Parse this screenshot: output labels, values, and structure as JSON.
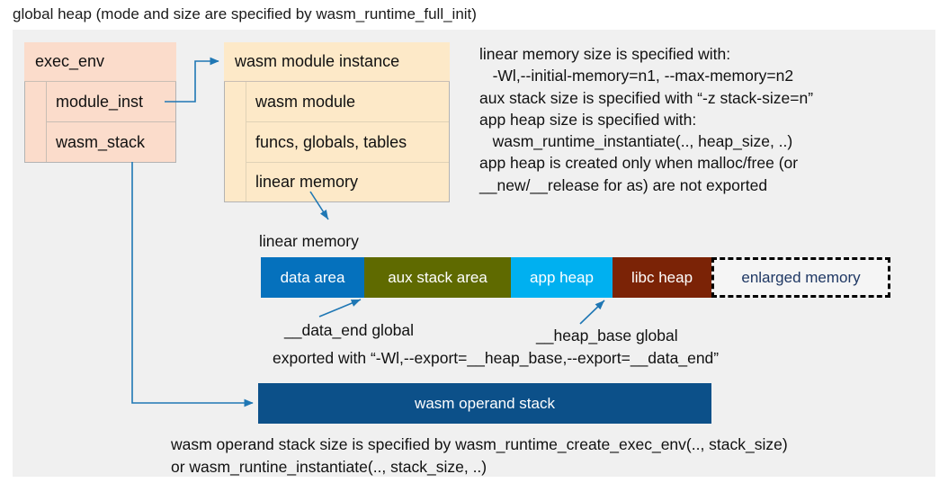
{
  "title": "global heap (mode and size are specified by wasm_runtime_full_init)",
  "colors": {
    "panel_bg": "#f0f0f0",
    "exec_env_fill": "#fbdccb",
    "module_inst_fill": "#fde9c8",
    "data_area": "#0571bd",
    "aux_stack_area": "#5f6a00",
    "app_heap": "#00b0f0",
    "libc_heap": "#7b2306",
    "enlarged_memory_border": "#000000",
    "operand_stack": "#0c5089",
    "connector": "#1f77b4"
  },
  "exec_env": {
    "header": "exec_env",
    "rows": [
      {
        "label": "module_inst"
      },
      {
        "label": "wasm_stack"
      }
    ]
  },
  "module_instance": {
    "header": "wasm module instance",
    "rows": [
      {
        "label": "wasm module"
      },
      {
        "label": "funcs, globals, tables"
      },
      {
        "label": "linear memory"
      }
    ]
  },
  "notes": "linear memory size is specified with:\n   -Wl,--initial-memory=n1, --max-memory=n2\naux stack size is specified with “-z stack-size=n”\napp heap size is specified with:\n   wasm_runtime_instantiate(.., heap_size, ..)\napp heap is created only when malloc/free (or\n__new/__release for as) are not exported",
  "linear_memory": {
    "caption": "linear memory",
    "segments": [
      {
        "label": "data area",
        "width": 115,
        "fill": "#0571bd",
        "text_color": "#ffffff",
        "dashed": false
      },
      {
        "label": "aux stack area",
        "width": 163,
        "fill": "#5f6a00",
        "text_color": "#ffffff",
        "dashed": false
      },
      {
        "label": "app heap",
        "width": 113,
        "fill": "#00b0f0",
        "text_color": "#ffffff",
        "dashed": false
      },
      {
        "label": "libc heap",
        "width": 110,
        "fill": "#7b2306",
        "text_color": "#ffffff",
        "dashed": false
      },
      {
        "label": "enlarged memory",
        "width": 199,
        "fill": "#f5f5f5",
        "text_color": "#1f3864",
        "dashed": true
      }
    ],
    "annotations": {
      "data_end": "__data_end global",
      "heap_base": "__heap_base global",
      "exported_with": "exported with “-Wl,--export=__heap_base,--export=__data_end”"
    }
  },
  "operand_stack": {
    "label": "wasm operand stack",
    "note": "wasm operand stack size is specified by wasm_runtime_create_exec_env(.., stack_size)\nor wasm_runtine_instantiate(.., stack_size, ..)"
  }
}
